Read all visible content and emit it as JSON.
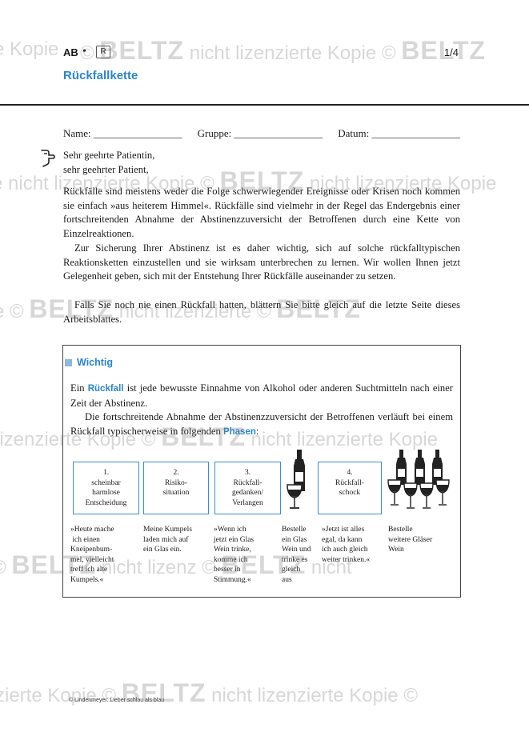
{
  "header": {
    "ab": "AB",
    "dot": "•",
    "logo": "R",
    "page": "1/4",
    "title": "Rückfallkette"
  },
  "nameline": {
    "name": "Name: _________________",
    "gruppe": "Gruppe: _________________",
    "datum": "Datum: _________________"
  },
  "intro": {
    "salutation_1": "Sehr geehrte Patientin,",
    "salutation_2": "sehr geehrter Patient,",
    "p1": "Rückfälle sind meistens weder die Folge schwerwiegender Ereignisse oder Krisen noch kommen sie einfach »aus heiterem Himmel«. Rückfälle sind vielmehr in der Regel das Endergebnis einer fortschreitenden Abnahme der Abstinenzzuversicht der Betroffenen durch eine Kette von Einzelreaktionen.",
    "p2": "Zur Sicherung Ihrer Abstinenz ist es daher wichtig, sich auf solche rückfalltypischen Reaktionsketten einzustellen und sie wirksam unterbrechen zu lernen. Wir wollen Ihnen jetzt Gelegenheit geben, sich mit der Entstehung Ihrer Rückfälle auseinander zu setzen.",
    "p3": "Falls Sie noch nie einen Rückfall hatten, blättern Sie bitte gleich auf die letzte Seite dieses Arbeitsblattes."
  },
  "box": {
    "heading": "Wichtig",
    "t1_pre": "Ein ",
    "t1_kw": "Rückfall",
    "t1_post": " ist jede bewusste Einnahme von Alkohol oder anderen Suchtmitteln nach einer Zeit der Abstinenz.",
    "t2_pre": "Die fortschreitende Abnahme der Abstinenzzuversicht der Betroffenen verläuft bei einem Rückfall typischerweise in folgenden ",
    "t2_kw": "Phasen",
    "t2_post": ":",
    "stages": [
      {
        "num": "1.",
        "lines": [
          "scheinbar",
          "harmlose",
          "Entscheidung"
        ]
      },
      {
        "num": "2.",
        "lines": [
          "Risiko-",
          "situation"
        ]
      },
      {
        "num": "3.",
        "lines": [
          "Rückfall-",
          "gedanken/",
          "Verlangen"
        ]
      },
      {
        "num": "4.",
        "lines": [
          "Rückfall-",
          "schock"
        ]
      }
    ],
    "captions": [
      [
        "»Heute mache",
        " ich einen",
        "Kneipenbum-",
        "mel, vielleicht",
        "treff ich alte",
        "Kumpels.«"
      ],
      [
        "Meine Kumpels",
        "laden mich auf",
        "ein Glas ein."
      ],
      [
        "»Wenn ich",
        "jetzt ein Glas",
        "Wein trinke,",
        "komme ich",
        "besser in",
        "Stimmung.«"
      ],
      [
        "Bestelle",
        "ein Glas",
        "Wein und",
        "trinke es",
        "gleich",
        "aus"
      ],
      [
        "»Jetzt ist alles",
        "egal, da kann",
        "ich auch gleich",
        "weiter trinken.«"
      ],
      [
        "Bestelle",
        "weitere Gläser",
        "Wein"
      ]
    ]
  },
  "watermark": {
    "text_a": "nicht lizenzierte Kopie",
    "brand": "BELTZ",
    "copy": "©",
    "frag_kopie": "e Kopie",
    "frag_lizenz": "lizenzierte Kopie",
    "frag_nicht": "nicht",
    "frag_nicht_lizenz": "nicht lizenzierte",
    "frag_nicht_lizenzierte": "nicht lizenzierte Kopie",
    "frag_zierte": "zierte Kopie",
    "frag_nicht_lizenz2": "nicht lizenz",
    "frag_nicht_lizenzierte2": "nicht lizenzierte",
    "frag_letter_e": "e",
    "frag_nicht2": "nicht"
  },
  "footer": {
    "text": "© Lindenmeyer: Lieber schlau als blau"
  }
}
